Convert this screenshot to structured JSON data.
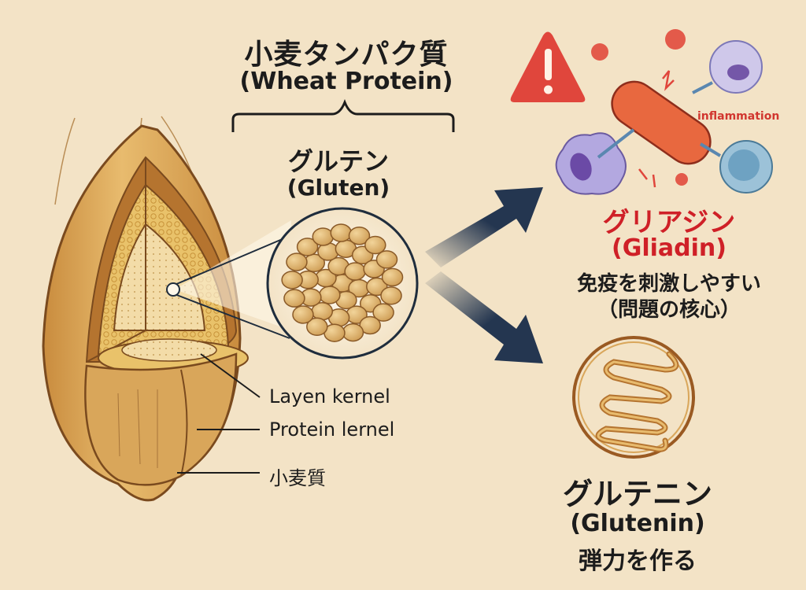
{
  "header": {
    "title_jp": "小麦タンパク質",
    "title_en": "(Wheat Protein)"
  },
  "gluten": {
    "name_jp": "グルテン",
    "name_en": "(Gluten)"
  },
  "gliadin": {
    "name_jp": "グリアジン",
    "name_en": "(Gliadin)",
    "description": "免疫を刺激しやすい",
    "note": "（問題の核心）",
    "inflammation_label": "inflammation"
  },
  "glutenin": {
    "name_jp": "グルテニン",
    "name_en": "(Glutenin)",
    "description": "弾力を作る"
  },
  "kernel_labels": [
    {
      "text": "Layen kernel"
    },
    {
      "text": "Protein lernel"
    },
    {
      "text": "小麦質"
    }
  ],
  "icons": {
    "warning": "warning-triangle-icon",
    "arrow_up": "arrow-up-right-icon",
    "arrow_down": "arrow-down-right-icon"
  },
  "colors": {
    "background": "#f3e3c6",
    "warning_red": "#e0463c",
    "gliadin_red": "#cf2027",
    "arrow_navy": "#243650",
    "grain_gold": "#d9a65a",
    "grain_outline": "#7a4a1e"
  }
}
